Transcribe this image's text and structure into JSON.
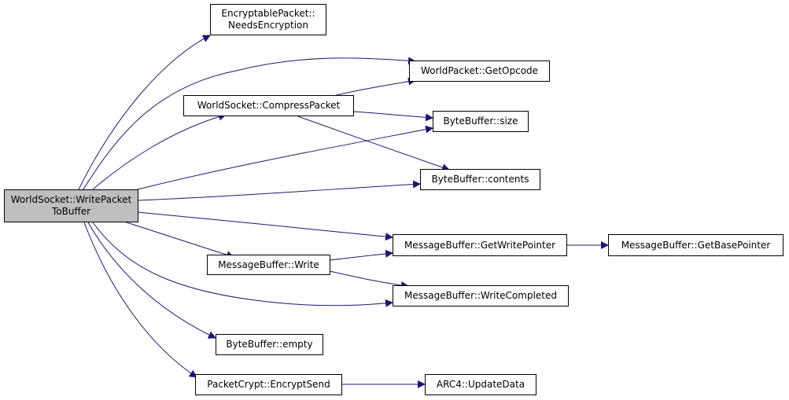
{
  "diagram": {
    "root": {
      "line1": "WorldSocket::WritePacket",
      "line2": "ToBuffer"
    },
    "nodes": {
      "needs_encryption": {
        "line1": "EncryptablePacket::",
        "line2": "NeedsEncryption"
      },
      "get_opcode": {
        "label": "WorldPacket::GetOpcode"
      },
      "compress_packet": {
        "label": "WorldSocket::CompressPacket"
      },
      "bytebuffer_size": {
        "label": "ByteBuffer::size"
      },
      "bytebuffer_contents": {
        "label": "ByteBuffer::contents"
      },
      "get_write_pointer": {
        "label": "MessageBuffer::GetWritePointer"
      },
      "get_base_pointer": {
        "label": "MessageBuffer::GetBasePointer"
      },
      "messagebuffer_write": {
        "label": "MessageBuffer::Write"
      },
      "write_completed": {
        "label": "MessageBuffer::WriteCompleted"
      },
      "bytebuffer_empty": {
        "label": "ByteBuffer::empty"
      },
      "encrypt_send": {
        "label": "PacketCrypt::EncryptSend"
      },
      "update_data": {
        "label": "ARC4::UpdateData"
      }
    },
    "colors": {
      "edge": "#191970",
      "root_fill": "#bfbfbf",
      "node_border": "#000000"
    }
  }
}
